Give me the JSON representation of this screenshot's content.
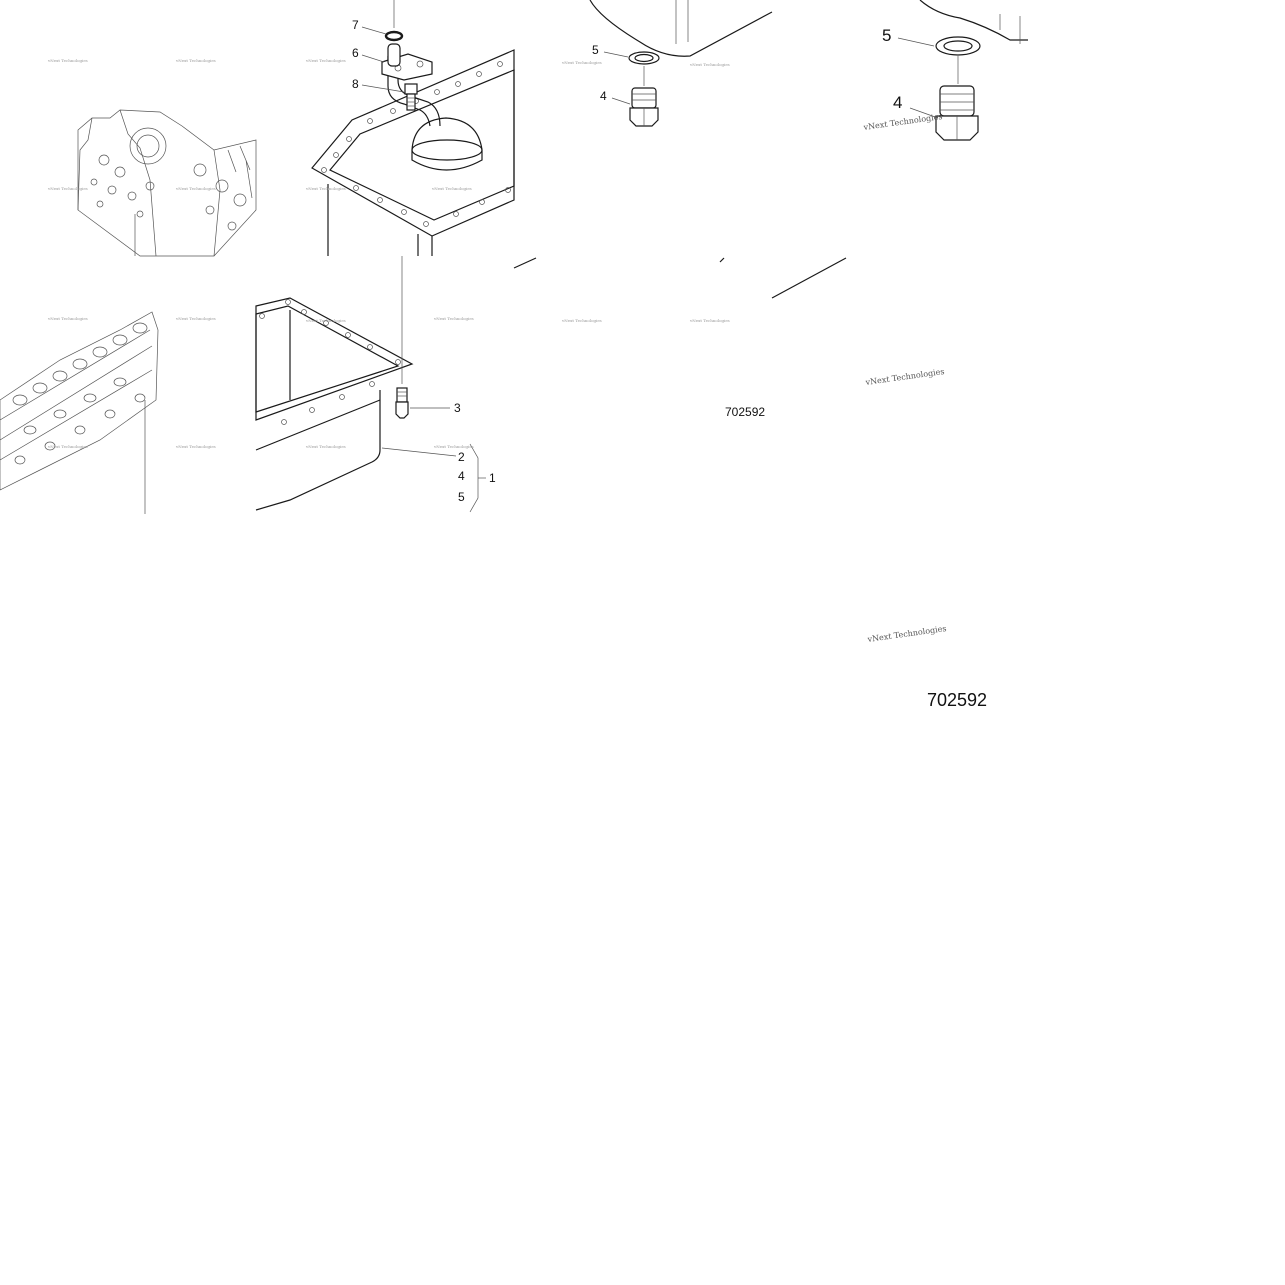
{
  "watermark": {
    "text": "vNext Technologies"
  },
  "figure_number": "702592",
  "callouts": {
    "c1": "1",
    "c2": "2",
    "c3": "3",
    "c4": "4",
    "c5": "5",
    "c6": "6",
    "c7": "7",
    "c8": "8"
  }
}
